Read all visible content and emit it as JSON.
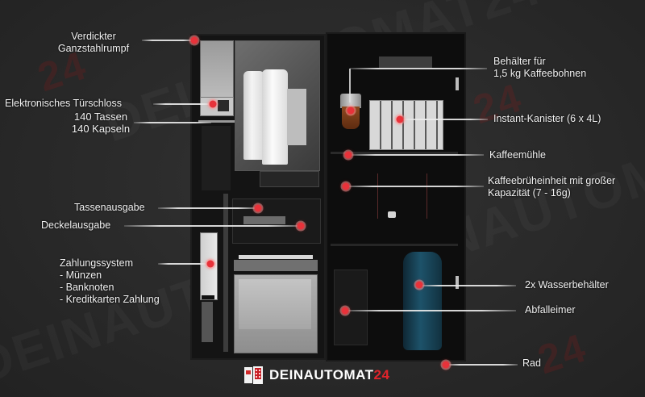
{
  "brand": {
    "name_main": "DEINAUTOMAT",
    "name_accent": "24",
    "accent_color": "#e0242b",
    "watermark": "DEINAUTOMAT24"
  },
  "colors": {
    "background": "#2a2a2a",
    "label_text": "#f2f2f2",
    "marker": "#e8323a",
    "leader_line": "#ebebeb"
  },
  "callouts_left": [
    {
      "id": "ganzstahlrumpf",
      "lines": [
        "Verdickter",
        "Ganzstahlrumpf"
      ]
    },
    {
      "id": "tuerschloss",
      "lines": [
        "Elektronisches Türschloss"
      ]
    },
    {
      "id": "tassen-kapseln",
      "lines": [
        "140 Tassen",
        "140 Kapseln"
      ]
    },
    {
      "id": "tassenausgabe",
      "lines": [
        "Tassenausgabe"
      ]
    },
    {
      "id": "deckelausgabe",
      "lines": [
        "Deckelausgabe"
      ]
    },
    {
      "id": "zahlungssystem",
      "lines": [
        "Zahlungssystem",
        "- Münzen",
        "- Banknoten",
        "- Kreditkarten Zahlung"
      ]
    }
  ],
  "callouts_right": [
    {
      "id": "bohnenbehaelter",
      "lines": [
        "Behälter für",
        "1,5 kg Kaffeebohnen"
      ]
    },
    {
      "id": "instant-kanister",
      "lines": [
        "Instant-Kanister (6 x 4L)"
      ]
    },
    {
      "id": "kaffeemuehle",
      "lines": [
        "Kaffeemühle"
      ]
    },
    {
      "id": "brueheinheit",
      "lines": [
        "Kaffeebrüheinheit mit großer",
        "Kapazität (7 - 16g)"
      ]
    },
    {
      "id": "wasserbehaelter",
      "lines": [
        "2x Wasserbehälter"
      ]
    },
    {
      "id": "abfalleimer",
      "lines": [
        "Abfalleimer"
      ]
    },
    {
      "id": "rad",
      "lines": [
        "Rad"
      ]
    }
  ]
}
